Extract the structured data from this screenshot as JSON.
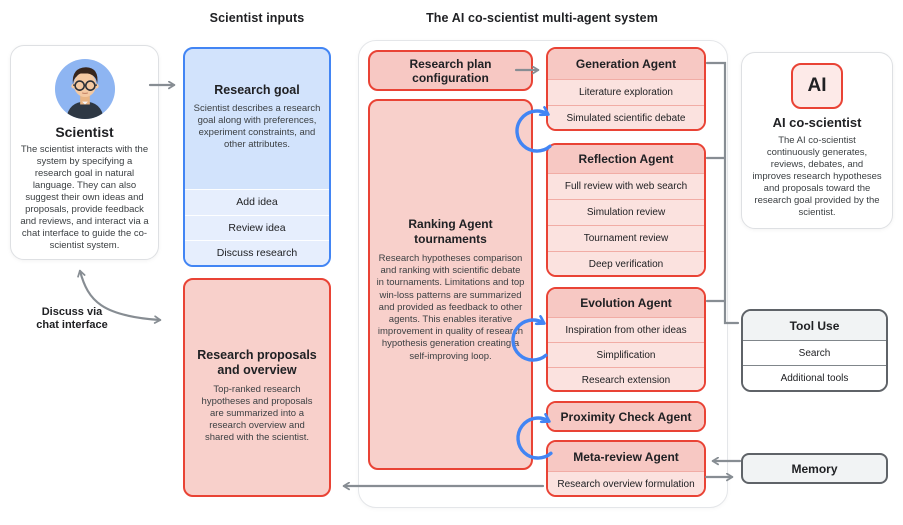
{
  "headers": {
    "left": "Scientist inputs",
    "right": "The AI co-scientist multi-agent system"
  },
  "scientist": {
    "title": "Scientist",
    "description": "The scientist interacts with the system by specifying a research goal in natural language. They can also suggest their own ideas and proposals, provide feedback and reviews, and interact via a chat interface to guide the co-scientist system."
  },
  "discuss_label": {
    "line1": "Discuss via",
    "line2": "chat interface"
  },
  "research_goal": {
    "title": "Research goal",
    "description": "Scientist describes a research goal along with preferences, experiment constraints, and other attributes.",
    "actions": [
      "Add idea",
      "Review idea",
      "Discuss research"
    ]
  },
  "proposals": {
    "title": "Research proposals and overview",
    "description": "Top-ranked research hypotheses and proposals are summarized into a research overview and shared with the scientist."
  },
  "plan_config": {
    "title": "Research plan configuration"
  },
  "ranking": {
    "title": "Ranking Agent tournaments",
    "description": "Research hypotheses comparison and ranking with scientific debate in tournaments. Limitations and top win-loss patterns are summarized and provided as feedback to other agents. This enables iterative improvement in quality of research hypothesis generation creating a self-improving loop."
  },
  "agents": [
    {
      "name": "Generation Agent",
      "items": [
        "Literature exploration",
        "Simulated scientific debate"
      ]
    },
    {
      "name": "Reflection Agent",
      "items": [
        "Full review with web search",
        "Simulation review",
        "Tournament review",
        "Deep verification"
      ]
    },
    {
      "name": "Evolution Agent",
      "items": [
        "Inspiration from other ideas",
        "Simplification",
        "Research extension"
      ]
    },
    {
      "name": "Proximity Check Agent",
      "items": []
    },
    {
      "name": "Meta-review Agent",
      "items": [
        "Research overview formulation"
      ]
    }
  ],
  "ai_card": {
    "logo": "AI",
    "title": "AI co-scientist",
    "description": "The AI co-scientist continuously generates, reviews, debates, and improves research hypotheses and proposals toward the research goal provided by the scientist."
  },
  "tool_use": {
    "title": "Tool Use",
    "items": [
      "Search",
      "Additional tools"
    ]
  },
  "memory": {
    "title": "Memory"
  },
  "colors": {
    "red_border": "#e94335",
    "pink_fill": "#f8d0cb",
    "pink_header": "#f7c8c3",
    "pink_row": "#fbe2df",
    "blue_border": "#4285f4",
    "blue_fill": "#d2e3fc",
    "loop_blue": "#4285f4",
    "gray_line": "#878d93",
    "gray_border": "#5f6368",
    "gray_fill": "#f1f3f4"
  }
}
